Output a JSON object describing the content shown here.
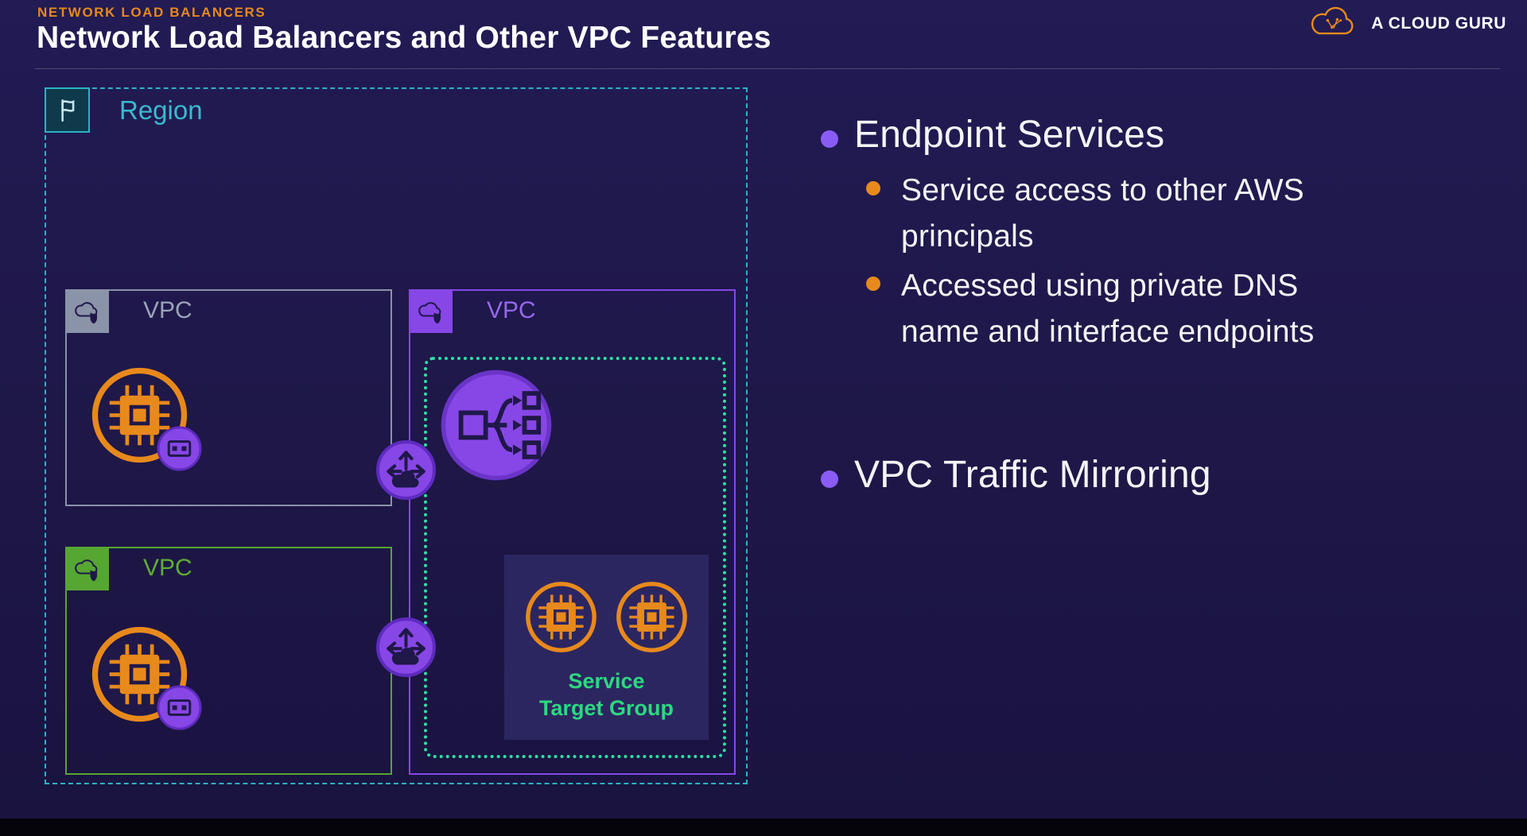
{
  "header": {
    "eyebrow": "NETWORK LOAD BALANCERS",
    "title": "Network Load Balancers and Other VPC Features",
    "logo_text": "A CLOUD GURU"
  },
  "diagram": {
    "region_label": "Region",
    "vpc_left_top_label": "VPC",
    "vpc_left_bottom_label": "VPC",
    "vpc_right_label": "VPC",
    "service_line1": "Service",
    "service_line2": "Target Group",
    "icons": {
      "region": "flag-icon",
      "vpc": "cloud-shield-icon",
      "instance": "cpu-chip-icon",
      "eni": "network-interface-icon",
      "endpoint": "vpc-endpoint-icon",
      "nlb": "load-balancer-icon",
      "logo": "acg-cloud-icon"
    }
  },
  "bullets": [
    {
      "label": "Endpoint Services",
      "sub": [
        "Service access to other AWS principals",
        "Accessed using private DNS name and interface endpoints"
      ]
    },
    {
      "label": "VPC Traffic Mirroring",
      "sub": []
    }
  ],
  "colors": {
    "background": "#1E1747",
    "orange": "#E8891C",
    "teal": "#2BB3C4",
    "purple": "#8746E6",
    "green": "#56A632",
    "mint": "#2AE3A4",
    "slate": "#8A93A8",
    "text": "#F4F4F6"
  }
}
